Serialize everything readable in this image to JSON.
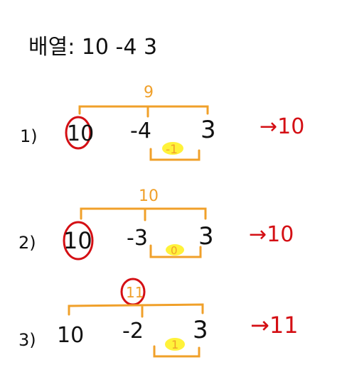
{
  "title": "배열: 10 -4 3",
  "colors": {
    "ink": "#111111",
    "orange": "#f0a02a",
    "red": "#d40f14",
    "highlight": "#fff23a"
  },
  "cases": [
    {
      "label": "1)",
      "values": [
        "10",
        "-4",
        "3"
      ],
      "top_sum": "9",
      "bottom_sum": "-1",
      "result": "→10"
    },
    {
      "label": "2)",
      "values": [
        "10",
        "-3",
        "3"
      ],
      "top_sum": "10",
      "bottom_sum": "0",
      "result": "→10"
    },
    {
      "label": "3)",
      "values": [
        "10",
        "-2",
        "3"
      ],
      "top_sum": "11",
      "bottom_sum": "1",
      "result": "→11"
    }
  ]
}
